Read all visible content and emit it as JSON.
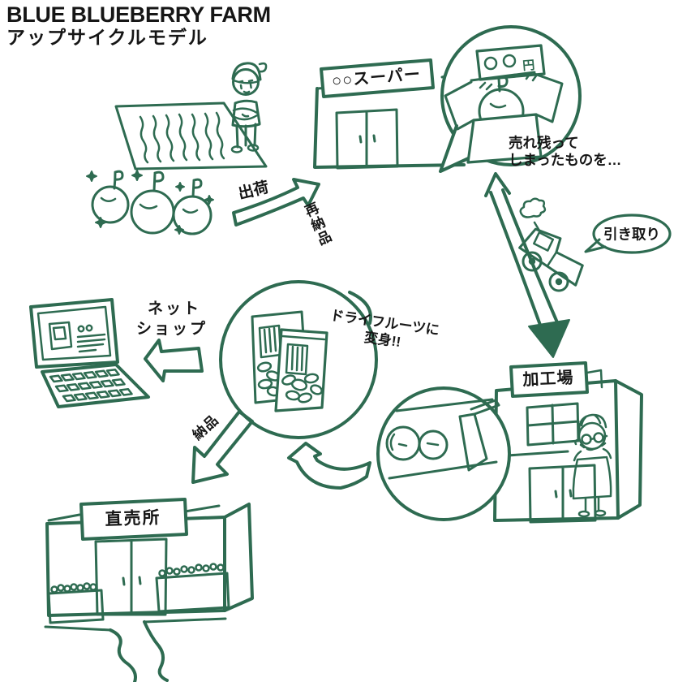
{
  "colors": {
    "ink": "#2e6b51",
    "text": "#161616",
    "paper": "#ffffff"
  },
  "title": {
    "en": "BLUE BLUEBERRY FARM",
    "ja": "アップサイクルモデル"
  },
  "farm": {
    "shipping": "出荷"
  },
  "supermarket": {
    "sign": "○○スーパー",
    "unsold1": "売れ残って",
    "unsold2": "しまったものを…",
    "price_yen": "円"
  },
  "pickup": {
    "bubble": "引き取り"
  },
  "processing": {
    "redelivery": "再納品",
    "sign": "加工場",
    "transform1": "ドライフルーツに",
    "transform2": "変身!!"
  },
  "netshop": {
    "line1": "ネット",
    "line2": "ショップ"
  },
  "store": {
    "delivery": "納品",
    "sign": "直売所"
  }
}
